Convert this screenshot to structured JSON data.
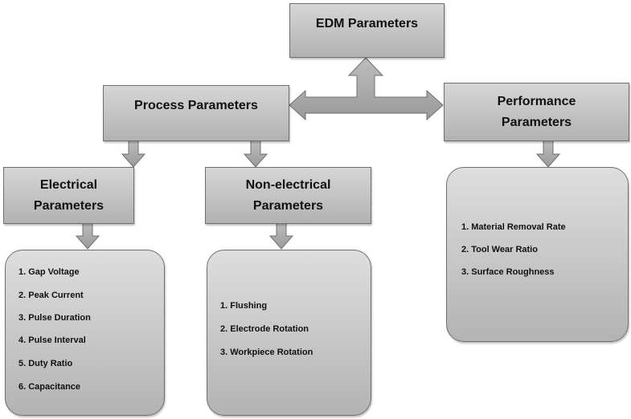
{
  "nodes": {
    "edm": {
      "label": "EDM Parameters"
    },
    "process": {
      "label": "Process Parameters"
    },
    "performance": {
      "line1": "Performance",
      "line2": "Parameters"
    },
    "electrical": {
      "line1": "Electrical",
      "line2": "Parameters"
    },
    "non_electrical": {
      "line1": "Non-electrical",
      "line2": "Parameters"
    }
  },
  "lists": {
    "electrical": [
      "1.  Gap Voltage",
      "2. Peak Current",
      "3. Pulse Duration",
      "4. Pulse Interval",
      "5. Duty Ratio",
      "6. Capacitance"
    ],
    "non_electrical": [
      "1. Flushing",
      "2. Electrode Rotation",
      "3. Workpiece Rotation"
    ],
    "performance": [
      "1. Material Removal Rate",
      "2. Tool Wear Ratio",
      "3. Surface Roughness"
    ]
  },
  "colors": {
    "box_fill_top": "#d6d6d6",
    "box_fill_bottom": "#b2b2b2",
    "border": "#6f6f6f",
    "arrow": "#a6a6a6"
  }
}
